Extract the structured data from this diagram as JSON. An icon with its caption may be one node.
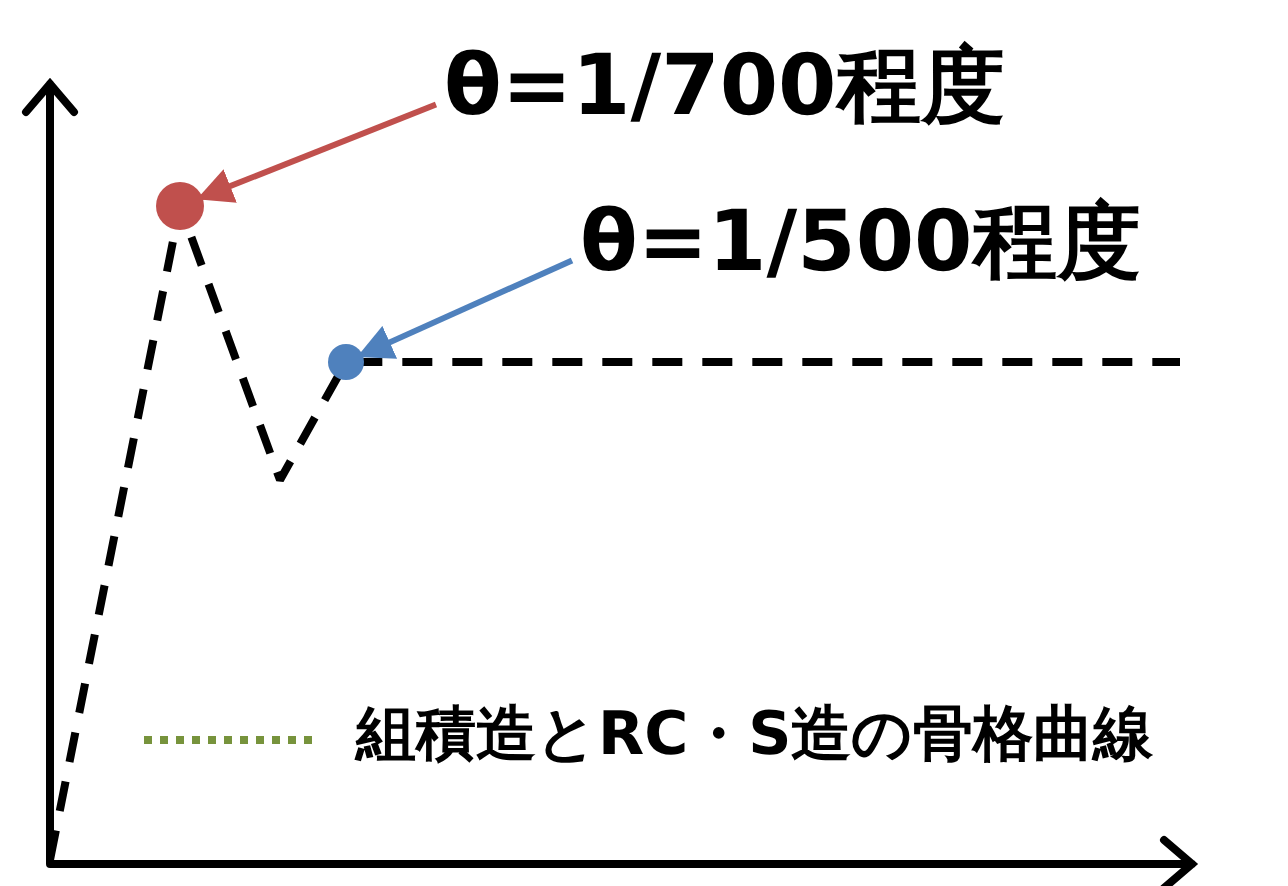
{
  "diagram": {
    "nodes": [
      {
        "text": [
          "θ=1/700程度"
        ]
      },
      {
        "text": [],
        "shape": "circle"
      },
      {
        "text": [
          "θ=1/500程度"
        ]
      },
      {
        "text": [],
        "shape": "circle"
      }
    ],
    "edges": [
      {
        "from": 0,
        "to": 1,
        "arrow": "to",
        "color": "#c0504d"
      },
      {
        "from": 2,
        "to": 3,
        "arrow": "to",
        "color": "#4f81bd"
      }
    ],
    "legend": [
      {
        "text": "組積造とRC・S造の骨格曲線"
      }
    ]
  }
}
